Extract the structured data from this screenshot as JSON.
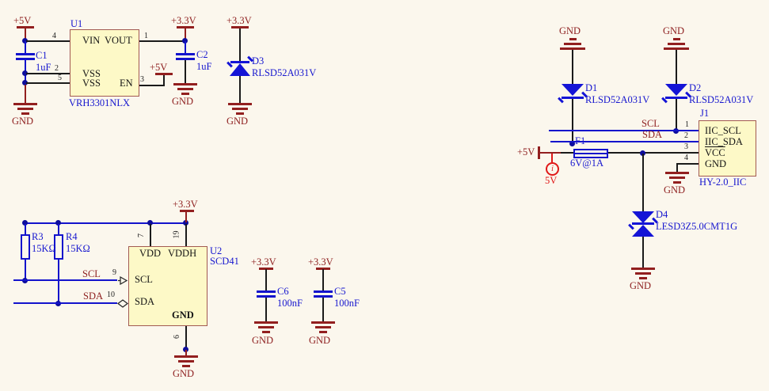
{
  "palette": {
    "wire_blue": "#1313cc",
    "symbol_dark_red": "#8e1f1f",
    "probe_red": "#e01818",
    "component_fill": "#fdf9c7",
    "component_border": "#a25a52",
    "diode_blue": "#1414d6",
    "text_blue": "#1717cf"
  },
  "regulator": {
    "designator": "U1",
    "part": "VRH3301NLX",
    "rail_in": "+5V",
    "rail_out": "+3.3V",
    "rail_en": "+5V",
    "pins": {
      "vin": "VIN",
      "vout": "VOUT",
      "vss_a": "VSS",
      "vss_b": "VSS",
      "en": "EN"
    },
    "nums": {
      "vin": "4",
      "vout": "1",
      "vss_a": "2",
      "vss_b": "5",
      "en": "3"
    },
    "c1_des": "C1",
    "c1_val": "1uF",
    "c2_des": "C2",
    "c2_val": "1uF",
    "gnd_c1": "GND",
    "gnd_c2": "GND"
  },
  "tvs33": {
    "rail": "+3.3V",
    "des": "D3",
    "part": "RLSD52A031V",
    "gnd": "GND"
  },
  "sensor": {
    "designator": "U2",
    "part": "SCD41",
    "rail": "+3.3V",
    "pins": {
      "vdd": "VDD",
      "vddh": "VDDH",
      "scl": "SCL",
      "sda": "SDA",
      "gnd": "GND"
    },
    "nums": {
      "vdd": "7",
      "vddh": "19",
      "scl": "9",
      "sda": "10",
      "gnd": "6"
    },
    "net_scl": "SCL",
    "net_sda": "SDA",
    "r3_des": "R3",
    "r3_val": "15KΩ",
    "r4_des": "R4",
    "r4_val": "15KΩ",
    "gnd": "GND",
    "c6_rail": "+3.3V",
    "c6_des": "C6",
    "c6_val": "100nF",
    "c6_gnd": "GND",
    "c5_rail": "+3.3V",
    "c5_des": "C5",
    "c5_val": "100nF",
    "c5_gnd": "GND"
  },
  "iic": {
    "gnd_d1": "GND",
    "gnd_d2": "GND",
    "d1_des": "D1",
    "d1_part": "RLSD52A031V",
    "d2_des": "D2",
    "d2_part": "RLSD52A031V",
    "net_scl": "SCL",
    "net_sda": "SDA",
    "rail": "+5V",
    "probe_glyph": "i",
    "probe_label": "5V",
    "fuse_des": "F1",
    "fuse_val": "6V@1A",
    "d4_des": "D4",
    "d4_part": "LESD3Z5.0CMT1G",
    "gnd_d4": "GND",
    "j1_des": "J1",
    "j1_part": "HY-2.0_IIC",
    "j1_pins": [
      "IIC_SCL",
      "IIC_SDA",
      "VCC",
      "GND"
    ],
    "j1_nums": [
      "1",
      "2",
      "3",
      "4"
    ],
    "gnd_j1": "GND"
  }
}
